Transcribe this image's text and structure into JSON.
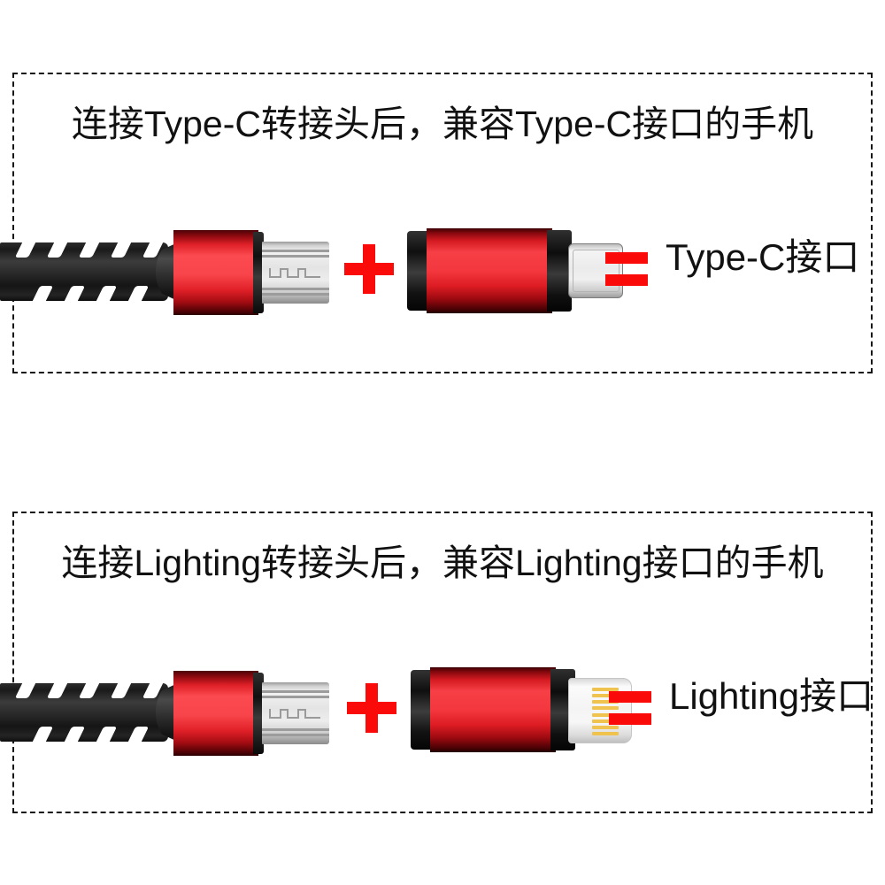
{
  "page": {
    "background_color": "#ffffff",
    "accent_red": "#fb0a0a",
    "housing_red": "#f4373e",
    "text_color": "#111111"
  },
  "panels": [
    {
      "id": "typec",
      "heading": "连接Type-C转接头后，兼容Type-C接口的手机",
      "cable": {
        "name": "micro-usb-braided-cable",
        "sleeve_color": "#1a1a1a",
        "housing_color": "#f4373e",
        "tip_color": "#ededed"
      },
      "operator_plus": "+",
      "adapter": {
        "name": "micro-usb-to-type-c-adapter",
        "body_color": "#f4373e",
        "plug_type": "Type-C",
        "plug_color": "#ebebeb"
      },
      "operator_equals": "=",
      "result_label": "Type-C接口"
    },
    {
      "id": "lightning",
      "heading": "连接Lighting转接头后，兼容Lighting接口的手机",
      "cable": {
        "name": "micro-usb-braided-cable",
        "sleeve_color": "#1a1a1a",
        "housing_color": "#f4373e",
        "tip_color": "#ededed"
      },
      "operator_plus": "+",
      "adapter": {
        "name": "micro-usb-to-lightning-adapter",
        "body_color": "#f4373e",
        "plug_type": "Lighting",
        "plug_color": "#f7f7f7",
        "contact_color": "#f0c24e",
        "contact_count": 8
      },
      "operator_equals": "=",
      "result_label": "Lighting接口"
    }
  ]
}
